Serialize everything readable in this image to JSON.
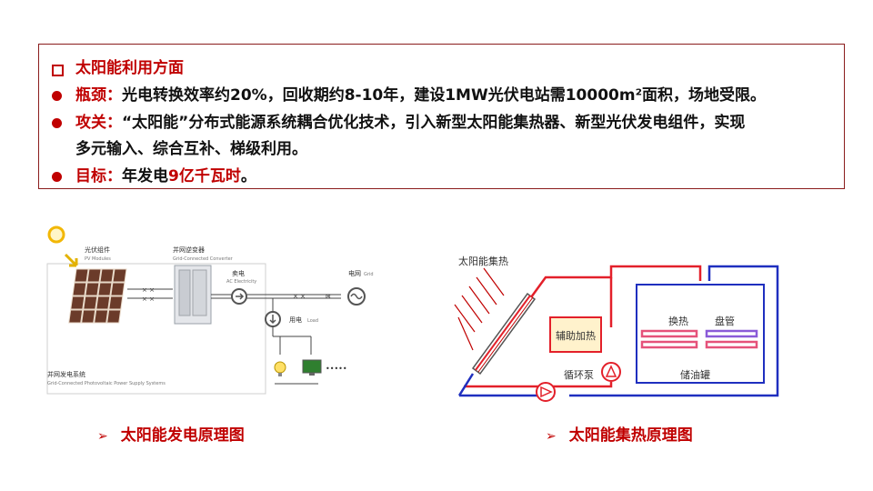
{
  "box": {
    "heading": "太阳能利用方面",
    "items": [
      {
        "label": "瓶颈：",
        "text": "光电转换效率约20%，回收期约8-10年，建设1MW光伏电站需10000m²面积，场地受限。"
      },
      {
        "label": "攻关：",
        "text_line1": "“太阳能”分布式能源系统耦合优化技术，引入新型太阳能集热器、新型光伏发电组件，实现",
        "text_line2": "多元输入、综合互补、梯级利用。"
      },
      {
        "label": "目标：",
        "text_pre": "年发电",
        "highlight": "9亿千瓦时",
        "text_post": "。"
      }
    ]
  },
  "pv_diagram": {
    "pv_modules_cn": "光伏组件",
    "pv_modules_en": "PV Modules",
    "inverter_cn": "并网逆变器",
    "inverter_en": "Grid-Connected Converter",
    "sell_cn": "卖电",
    "sell_en": "AC Electricity",
    "grid_cn": "电网",
    "grid_en": "Grid",
    "load_cn": "用电",
    "load_en": "Load",
    "system_cn": "并网发电系统",
    "system_en": "Grid-Connected Photovoltaic Power Supply Systems",
    "ellipsis": "•••••",
    "caption": "太阳能发电原理图"
  },
  "thermal_diagram": {
    "collector": "太阳能集热",
    "aux_heat": "辅助加热",
    "heat_exchange": "换热",
    "coil": "盘管",
    "pump": "循环泵",
    "oil_tank": "储油罐",
    "caption": "太阳能集热原理图"
  },
  "colors": {
    "accent": "#c00000",
    "hot_pipe": "#e3202a",
    "cold_pipe": "#1f2fbf",
    "pink": "#e5527a",
    "violet": "#8a5ad8"
  }
}
